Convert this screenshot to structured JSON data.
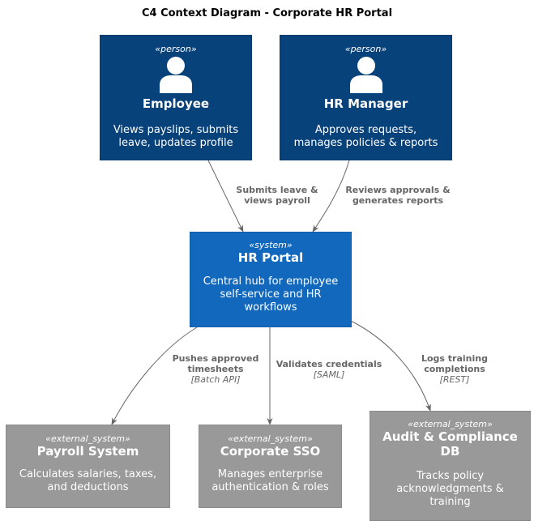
{
  "title": "C4 Context Diagram - Corporate HR Portal",
  "colors": {
    "person": "#08427b",
    "system": "#1168bd",
    "external_system": "#999999",
    "edge": "#666666"
  },
  "nodes": {
    "employee": {
      "stereotype": "«person»",
      "icon": "person-icon",
      "name": "Employee",
      "description": [
        "Views payslips, submits",
        "leave, updates profile"
      ]
    },
    "hr_manager": {
      "stereotype": "«person»",
      "icon": "person-icon",
      "name": "HR Manager",
      "description": [
        "Approves requests,",
        "manages policies & reports"
      ]
    },
    "hr_portal": {
      "stereotype": "«system»",
      "name": "HR Portal",
      "description": [
        "Central hub for employee",
        "self-service and HR",
        "workflows"
      ]
    },
    "payroll": {
      "stereotype": "«external_system»",
      "name": "Payroll System",
      "description": [
        "Calculates salaries, taxes,",
        "and deductions"
      ]
    },
    "sso": {
      "stereotype": "«external_system»",
      "name": "Corporate SSO",
      "description": [
        "Manages enterprise",
        "authentication & roles"
      ]
    },
    "audit": {
      "stereotype": "«external_system»",
      "name": [
        "Audit & Compliance",
        "DB"
      ],
      "description": [
        "Tracks policy",
        "acknowledgments &",
        "training"
      ]
    }
  },
  "edges": [
    {
      "from": "employee",
      "to": "hr_portal",
      "label": [
        "Submits leave &",
        "views payroll"
      ],
      "technology": ""
    },
    {
      "from": "hr_manager",
      "to": "hr_portal",
      "label": [
        "Reviews approvals &",
        "generates reports"
      ],
      "technology": ""
    },
    {
      "from": "hr_portal",
      "to": "payroll",
      "label": [
        "Pushes approved",
        "timesheets"
      ],
      "technology": "[Batch API]"
    },
    {
      "from": "hr_portal",
      "to": "sso",
      "label": [
        "Validates credentials"
      ],
      "technology": "[SAML]"
    },
    {
      "from": "hr_portal",
      "to": "audit",
      "label": [
        "Logs training",
        "completions"
      ],
      "technology": "[REST]"
    }
  ]
}
